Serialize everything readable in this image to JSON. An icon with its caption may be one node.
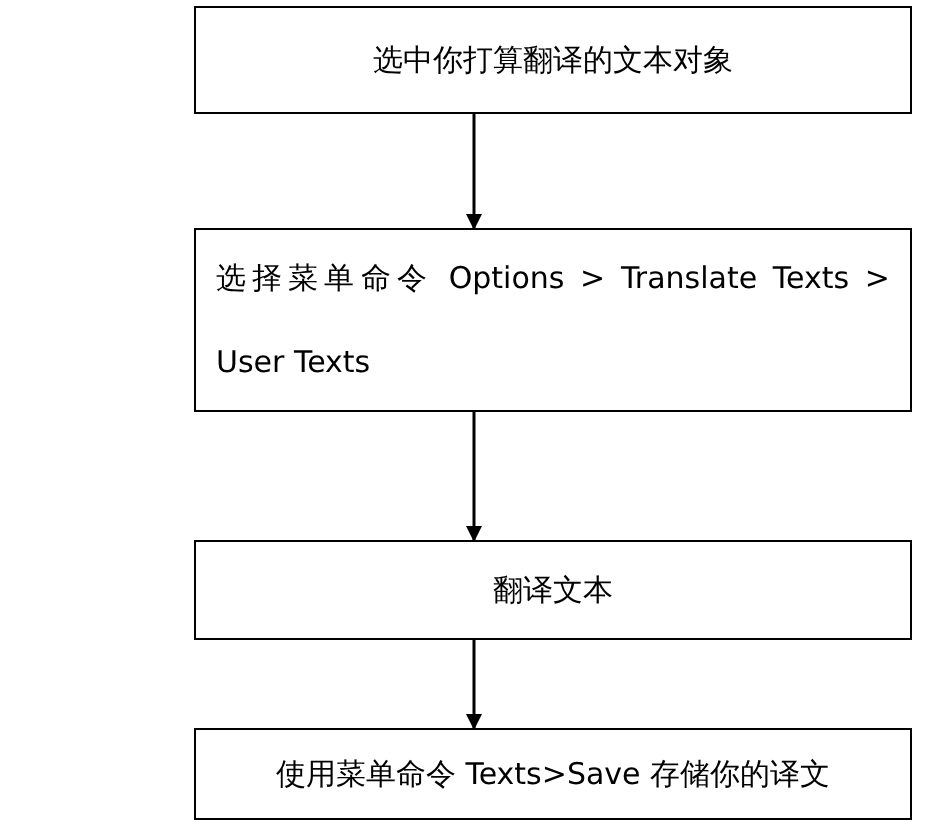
{
  "diagram": {
    "nodes": [
      {
        "text": [
          "选中你打算翻译的文本对象"
        ]
      },
      {
        "text": [
          "选择菜单命令 Options > Translate Texts > User Texts"
        ]
      },
      {
        "text": [
          "翻译文本"
        ]
      },
      {
        "text": [
          "使用菜单命令 Texts>Save 存储你的译文"
        ]
      }
    ],
    "edges": [
      {
        "from": 0,
        "to": 1,
        "arrow": "to"
      },
      {
        "from": 1,
        "to": 2,
        "arrow": "to"
      },
      {
        "from": 2,
        "to": 3,
        "arrow": "to"
      }
    ]
  }
}
